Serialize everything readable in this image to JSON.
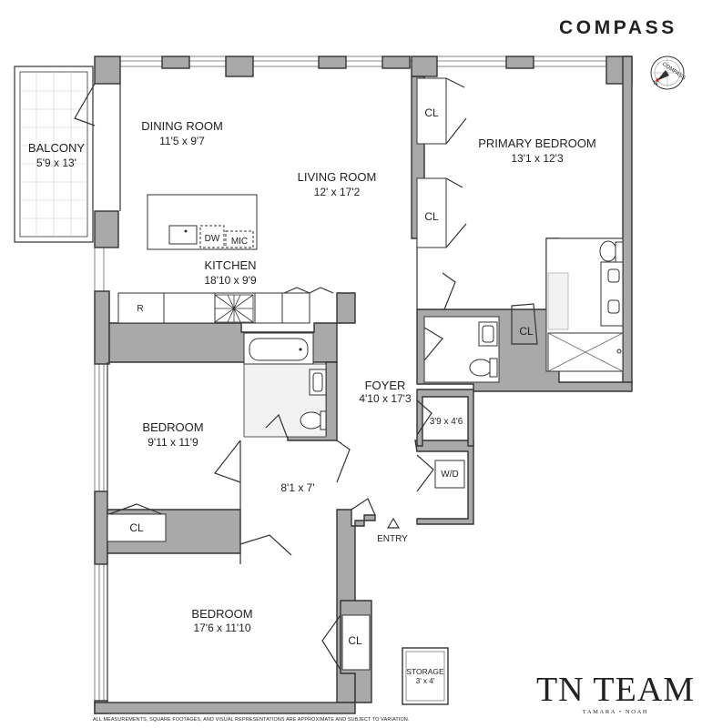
{
  "brand": {
    "logo": "COMPASS",
    "team": "TN TEAM",
    "team_sub": "TAMARA • NOAH"
  },
  "compass_rose": {
    "label": "COMPASS",
    "north_marker": "N"
  },
  "rooms": {
    "dining": {
      "name": "DINING ROOM",
      "dims": "11'5 x 9'7"
    },
    "balcony": {
      "name": "BALCONY",
      "dims": "5'9 x 13'"
    },
    "living": {
      "name": "LIVING ROOM",
      "dims": "12' x 17'2"
    },
    "kitchen": {
      "name": "KITCHEN",
      "dims": "18'10 x 9'9"
    },
    "primary": {
      "name": "PRIMARY BEDROOM",
      "dims": "13'1 x 12'3"
    },
    "foyer": {
      "name": "FOYER",
      "dims": "4'10 x 17'3"
    },
    "bedroom1": {
      "name": "BEDROOM",
      "dims": "9'11 x 11'9"
    },
    "bedroom2": {
      "name": "BEDROOM",
      "dims": "17'6 x 11'10"
    },
    "hall": {
      "dims": "8'1 x 7'"
    },
    "closet_small": {
      "dims": "3'9 x 4'6"
    },
    "storage": {
      "name": "STORAGE",
      "dims": "3' x 4'"
    }
  },
  "labels": {
    "closet": "CL",
    "dishwasher": "DW",
    "microwave": "MIC",
    "refrigerator": "R",
    "washer_dryer": "W/D",
    "entry": "ENTRY"
  },
  "disclaimer": "ALL MEASUREMENTS, SQUARE FOOTAGES, AND VISUAL REPRESENTATIONS ARE APPROXIMATE AND SUBJECT TO VARIATION."
}
